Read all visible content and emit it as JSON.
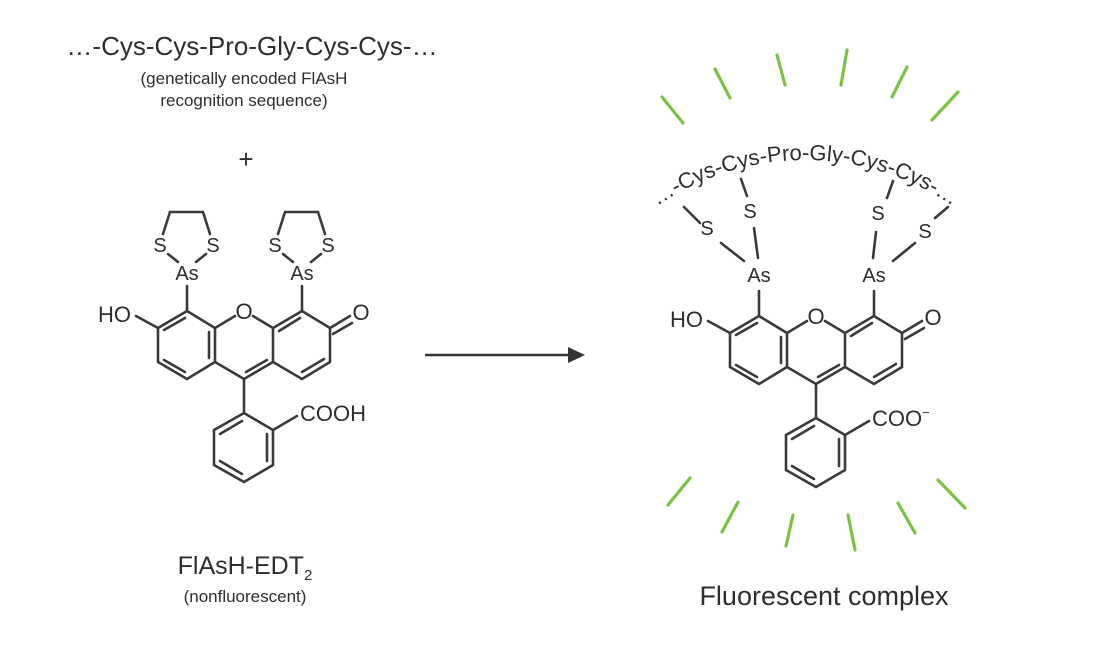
{
  "reactant_peptide": {
    "sequence": "…-Cys-Cys-Pro-Gly-Cys-Cys-…",
    "caption_line1": "(genetically encoded FlAsH",
    "caption_line2": "recognition sequence)"
  },
  "plus_sign": "+",
  "reactant_dye": {
    "labels": {
      "hydroxyl": "HO",
      "ring_oxygen": "O",
      "ketone_oxygen": "O",
      "carboxyl": "COOH",
      "arsenic": "As",
      "sulfur": "S"
    },
    "name_main": "FlAsH-EDT",
    "name_subscript": "2",
    "caption": "(nonfluorescent)"
  },
  "product": {
    "peptide_arc": "…-Cys-Cys-Pro-Gly-Cys-Cys-…",
    "labels": {
      "hydroxyl": "HO",
      "ring_oxygen": "O",
      "ketone_oxygen": "O",
      "carboxylate": "COO",
      "charge": "−",
      "arsenic": "As",
      "sulfur": "S"
    },
    "caption": "Fluorescent complex"
  },
  "colors": {
    "bond": "#3a3a3a",
    "fluorescence_rays": "#7cc242"
  }
}
